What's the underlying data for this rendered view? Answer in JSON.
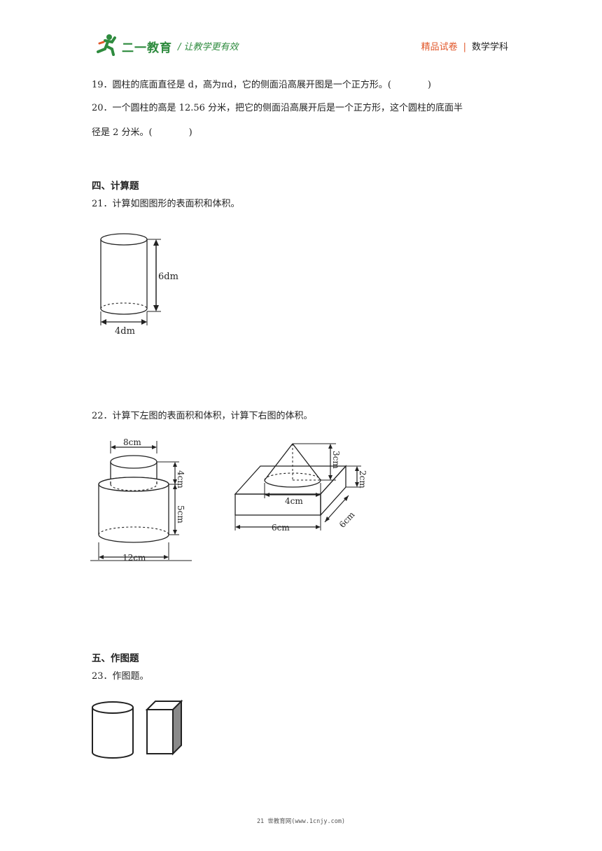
{
  "header": {
    "logo_text": "二一教育",
    "slogan": "/  让教学更有效",
    "brand": "精品试卷",
    "separator": "|",
    "subject": "数学学科"
  },
  "questions": {
    "q19": "19．圆柱的底面直径是 d，高为πd，它的侧面沿高展开图是一个正方形。(　　　　)",
    "q20_line1": "20．一个圆柱的高是 12.56 分米，把它的侧面沿高展开后是一个正方形，这个圆柱的底面半",
    "q20_line2": "径是 2 分米。(　　　　)",
    "section4": "四、计算题",
    "q21": "21．计算如图图形的表面积和体积。",
    "q22": "22．计算下左图的表面积和体积，计算下右图的体积。",
    "section5": "五、作图题",
    "q23": "23．作图题。"
  },
  "figures": {
    "fig21": {
      "height_label": "6dm",
      "diameter_label": "4dm"
    },
    "fig22_left": {
      "top_diameter": "8cm",
      "top_height": "4cm",
      "bottom_height": "5cm",
      "bottom_diameter": "12cm"
    },
    "fig22_right": {
      "cone_height": "3cm",
      "cone_diameter": "4cm",
      "box_height": "2cm",
      "box_length": "6cm",
      "box_width": "6cm"
    }
  },
  "footer": {
    "text": "21 世教育网(www.1cnjy.com)"
  }
}
